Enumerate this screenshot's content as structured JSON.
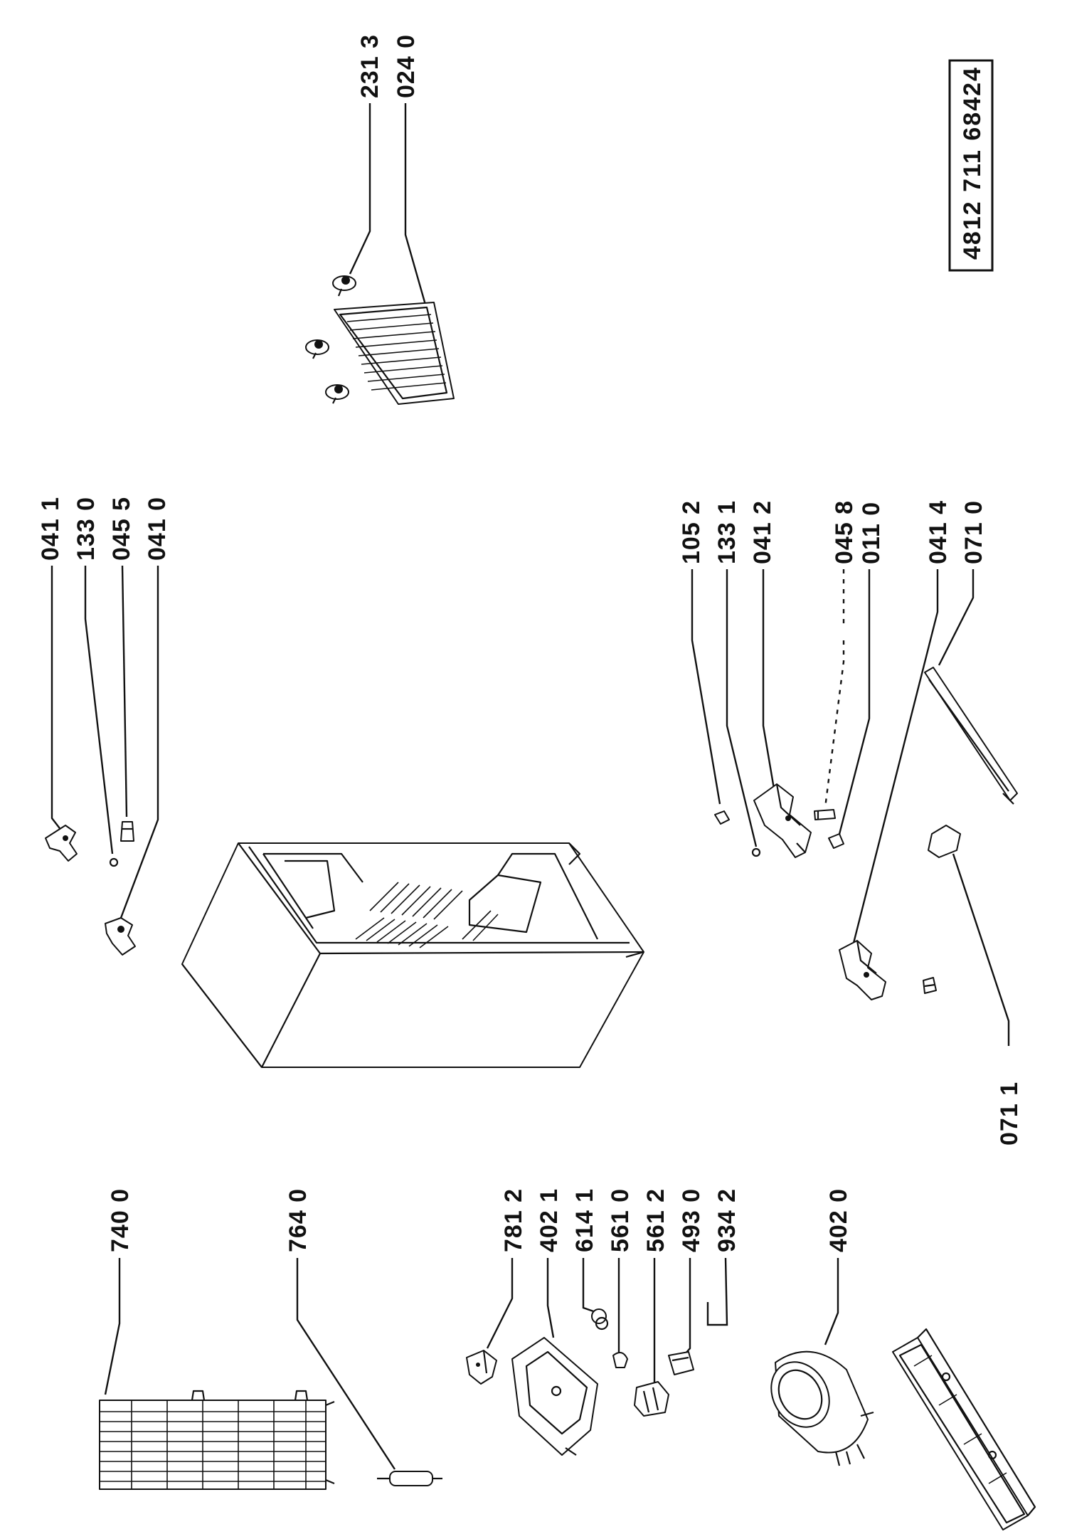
{
  "document_number": "4812 711 68424",
  "part_labels": {
    "p2313": "231 3",
    "p0240": "024 0",
    "p0411": "041 1",
    "p1330": "133 0",
    "p0455": "045 5",
    "p0410": "041 0",
    "p1052": "105 2",
    "p1331": "133 1",
    "p0412": "041 2",
    "p0458": "045 8",
    "p0110": "011 0",
    "p0414": "041 4",
    "p0710": "071 0",
    "p0711": "071 1",
    "p7400": "740 0",
    "p7640": "764 0",
    "p7812": "781 2",
    "p4021": "402 1",
    "p6141": "614 1",
    "p5610": "561 0",
    "p5612": "561 2",
    "p4930": "493 0",
    "p9342": "934 2",
    "p4020": "402 0"
  }
}
